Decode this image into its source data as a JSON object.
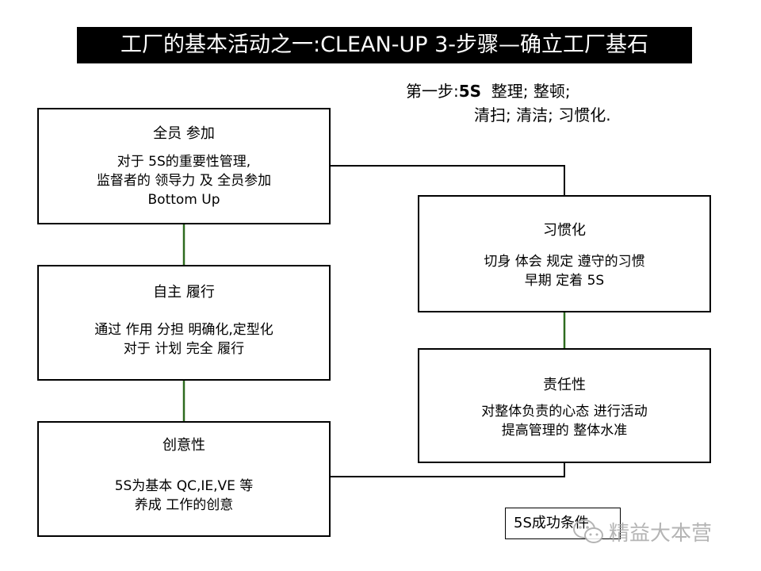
{
  "title": "工厂的基本活动之一:CLEAN-UP 3-步骤—确立工厂基石",
  "steps": {
    "label": "第一步:",
    "bold": "5S",
    "line1_rest": "整理; 整顿;",
    "line2": "清扫; 清洁; 习惯化."
  },
  "boxes": {
    "participation": {
      "title": "全员 参加",
      "lines": [
        "对于 5S的重要性管理,",
        "监督者的 领导力 及 全员参加",
        "Bottom Up"
      ]
    },
    "autonomy": {
      "title": "自主 履行",
      "lines": [
        "通过 作用 分担 明确化,定型化",
        "对于 计划 完全 履行"
      ]
    },
    "creativity": {
      "title": "创意性",
      "lines": [
        "5S为基本 QC,IE,VE 等",
        "养成 工作的创意"
      ]
    },
    "habit": {
      "title": "习惯化",
      "lines": [
        "切身 体会 规定 遵守的习惯",
        "早期 定着 5S"
      ]
    },
    "responsibility": {
      "title": "责任性",
      "lines": [
        "对整体负责的心态 进行活动",
        "提高管理的 整体水准"
      ]
    }
  },
  "tag": "5S成功条件",
  "watermark": "精益大本营",
  "colors": {
    "title_bg": "#000000",
    "link_green": "#2e6b1f",
    "link_black": "#000000"
  }
}
